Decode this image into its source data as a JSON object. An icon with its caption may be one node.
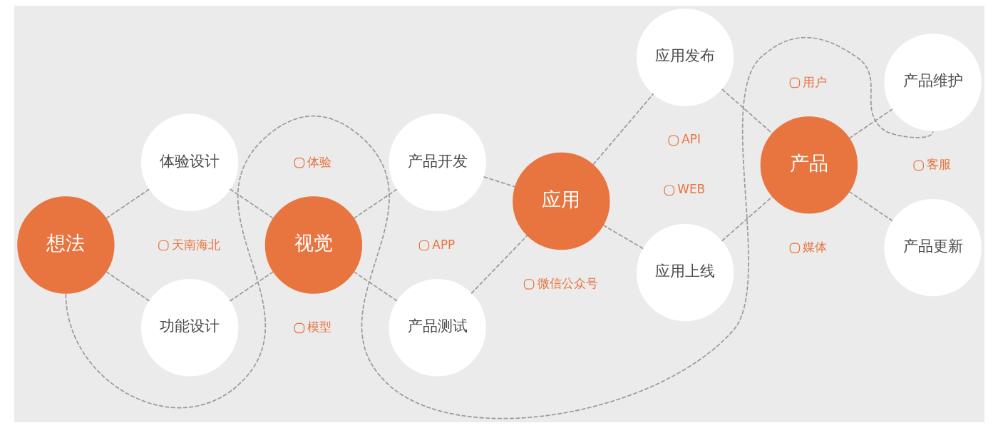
{
  "diagram": {
    "nodes": [
      {
        "text": [
          "想法"
        ]
      },
      {
        "text": [
          "体验设计"
        ]
      },
      {
        "text": [
          "功能设计"
        ]
      },
      {
        "text": [
          "视觉"
        ]
      },
      {
        "text": [
          "产品开发"
        ]
      },
      {
        "text": [
          "产品测试"
        ]
      },
      {
        "text": [
          "应用"
        ]
      },
      {
        "text": [
          "应用发布"
        ]
      },
      {
        "text": [
          "应用上线"
        ]
      },
      {
        "text": [
          "产品"
        ]
      },
      {
        "text": [
          "产品维护"
        ]
      },
      {
        "text": [
          "产品更新"
        ]
      }
    ],
    "edges": [
      {
        "from": 0,
        "to": 1,
        "arrow": "none",
        "style": "dashed"
      },
      {
        "from": 0,
        "to": 2,
        "arrow": "none",
        "style": "dashed"
      },
      {
        "from": 1,
        "to": 3,
        "arrow": "none",
        "style": "dashed"
      },
      {
        "from": 2,
        "to": 3,
        "arrow": "none",
        "style": "dashed"
      },
      {
        "from": 3,
        "to": 4,
        "arrow": "none",
        "style": "dashed"
      },
      {
        "from": 3,
        "to": 5,
        "arrow": "none",
        "style": "dashed"
      },
      {
        "from": 4,
        "to": 6,
        "arrow": "none",
        "style": "dashed"
      },
      {
        "from": 5,
        "to": 6,
        "arrow": "none",
        "style": "dashed"
      },
      {
        "from": 6,
        "to": 7,
        "arrow": "none",
        "style": "dashed"
      },
      {
        "from": 6,
        "to": 8,
        "arrow": "none",
        "style": "dashed"
      },
      {
        "from": 7,
        "to": 9,
        "arrow": "none",
        "style": "dashed"
      },
      {
        "from": 8,
        "to": 9,
        "arrow": "none",
        "style": "dashed"
      },
      {
        "from": 9,
        "to": 10,
        "arrow": "none",
        "style": "dashed"
      },
      {
        "from": 9,
        "to": 11,
        "arrow": "none",
        "style": "dashed"
      },
      {
        "from": 0,
        "to": 10,
        "arrow": "none",
        "style": "dashed"
      }
    ],
    "labels": [
      "天南海北",
      "体验",
      "模型",
      "APP",
      "API",
      "WEB",
      "微信公众号",
      "用户",
      "媒体",
      "客服"
    ]
  }
}
